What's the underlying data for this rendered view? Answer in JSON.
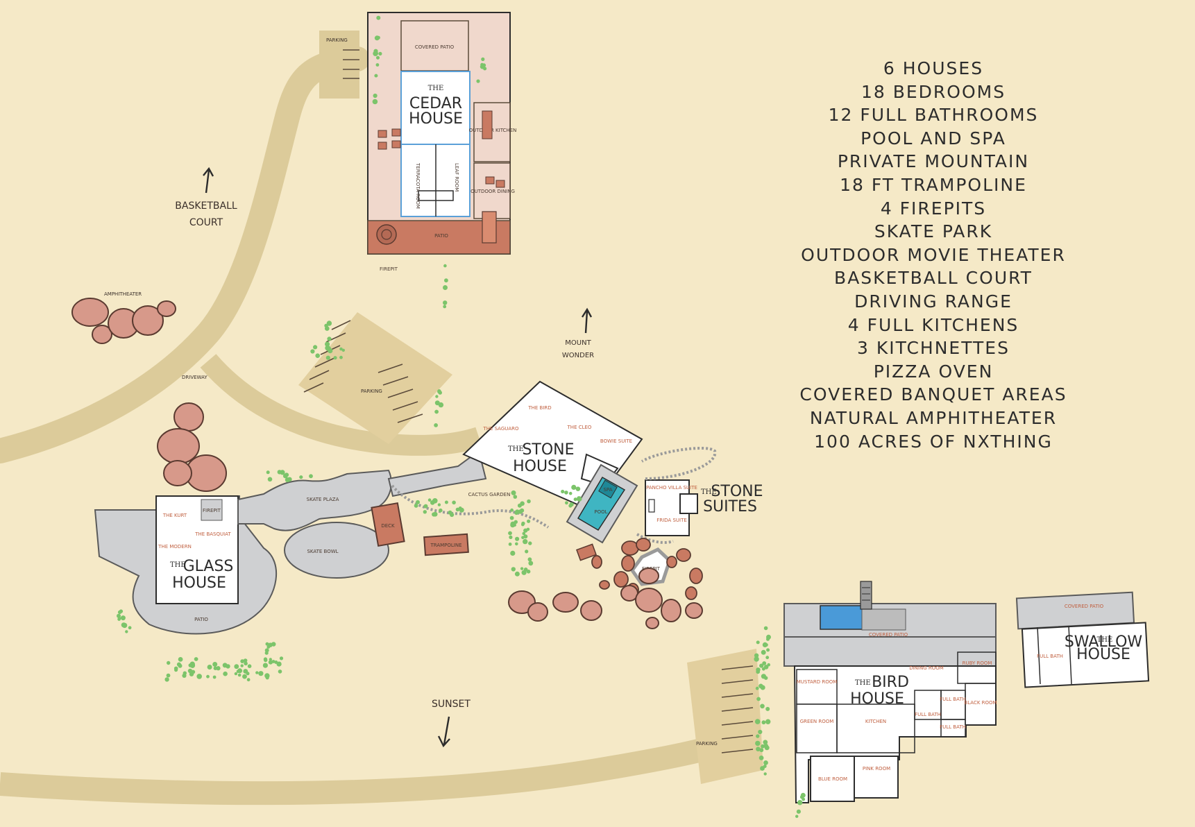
{
  "amenities": [
    "6 HOUSES",
    "18 BEDROOMS",
    "12 FULL BATHROOMS",
    "POOL AND SPA",
    "PRIVATE MOUNTAIN",
    "18 FT TRAMPOLINE",
    "4 FIREPITS",
    "SKATE PARK",
    "OUTDOOR MOVIE THEATER",
    "BASKETBALL COURT",
    "DRIVING RANGE",
    "4 FULL KITCHENS",
    "3 KITCHNETTES",
    "PIZZA OVEN",
    "COVERED BANQUET AREAS",
    "NATURAL AMPHITHEATER",
    "100 ACRES OF NXTHING"
  ],
  "map_labels": {
    "parking": "PARKING",
    "basketball_line1": "BASKETBALL",
    "basketball_line2": "COURT",
    "amphitheater": "AMPHITHEATER",
    "driveway": "DRIVEWAY",
    "mount_line1": "MOUNT",
    "mount_line2": "WONDER",
    "sunset": "SUNSET",
    "skate_plaza": "SKATE PLAZA",
    "skate_bowl": "SKATE BOWL",
    "deck": "DECK",
    "trampoline": "TRAMPOLINE",
    "cactus_garden": "CACTUS GARDEN",
    "firepit": "FIREPIT",
    "pool": "POOL",
    "spa": "SPA",
    "patio": "PATIO",
    "covered_patio": "COVERED PATIO"
  },
  "houses": {
    "cedar": {
      "pre": "THE",
      "line1": "CEDAR",
      "line2": "HOUSE",
      "rooms": {
        "covered_patio": "COVERED PATIO",
        "outdoor_kitchen": "OUTDOOR KITCHEN",
        "outdoor_dining": "OUTDOOR DINING",
        "terracota": "TERRACOTA ROOM",
        "leaf": "LEAF ROOM",
        "patio": "PATIO",
        "firepit": "FIREPIT"
      }
    },
    "stone": {
      "pre": "THE",
      "line1": "STONE",
      "line2": "HOUSE",
      "rooms": {
        "bird": "THE BIRD",
        "saguaro": "THE SAGUARO",
        "cleo": "THE CLEO",
        "bowie": "BOWIE SUITE"
      }
    },
    "stone_suites": {
      "pre": "THE",
      "line1": "STONE",
      "line2": "SUITES",
      "rooms": {
        "pancho": "PANCHO VILLA SUITE",
        "frida": "FRIDA SUITE"
      }
    },
    "glass": {
      "pre": "THE",
      "line1": "GLASS",
      "line2": "HOUSE",
      "rooms": {
        "kurt": "THE KURT",
        "modern": "THE MODERN",
        "basquiat": "THE BASQUIAT",
        "firepit": "FIREPIT",
        "patio": "PATIO"
      }
    },
    "bird": {
      "pre": "THE",
      "line1": "BIRD",
      "line2": "HOUSE",
      "rooms": {
        "covered_patio": "COVERED PATIO",
        "mustard": "MUSTARD ROOM",
        "dining": "DINING ROOM",
        "ruby": "RUBY ROOM",
        "green": "GREEN ROOM",
        "kitchen": "KITCHEN",
        "full_bath_1": "FULL BATH",
        "full_bath_2": "FULL BATH",
        "full_bath_3": "FULL BATH",
        "black": "BLACK ROOM",
        "blue": "BLUE ROOM",
        "pink": "PINK ROOM"
      }
    },
    "swallow": {
      "pre": "THE",
      "line1": "SWALLOW",
      "line2": "HOUSE",
      "rooms": {
        "covered_patio": "COVERED PATIO",
        "full_bath": "FULL BATH"
      }
    }
  },
  "colors": {
    "background": "#f5e9c7",
    "road": "#dccb9a",
    "building": "#ffffff",
    "pink_area": "#f0d8cc",
    "terracotta": "#c97a62",
    "rock": "#d7998a",
    "rock_stroke": "#5a3a30",
    "grey_area": "#cfd0d2",
    "pool": "#3fb5c2",
    "shrub": "#7cc46a",
    "text": "#2c2c2c",
    "room_text": "#c06040"
  },
  "icons": [
    "north-arrow-icon",
    "south-arrow-icon",
    "shrub-dot-icon",
    "rock-boulder-icon"
  ]
}
